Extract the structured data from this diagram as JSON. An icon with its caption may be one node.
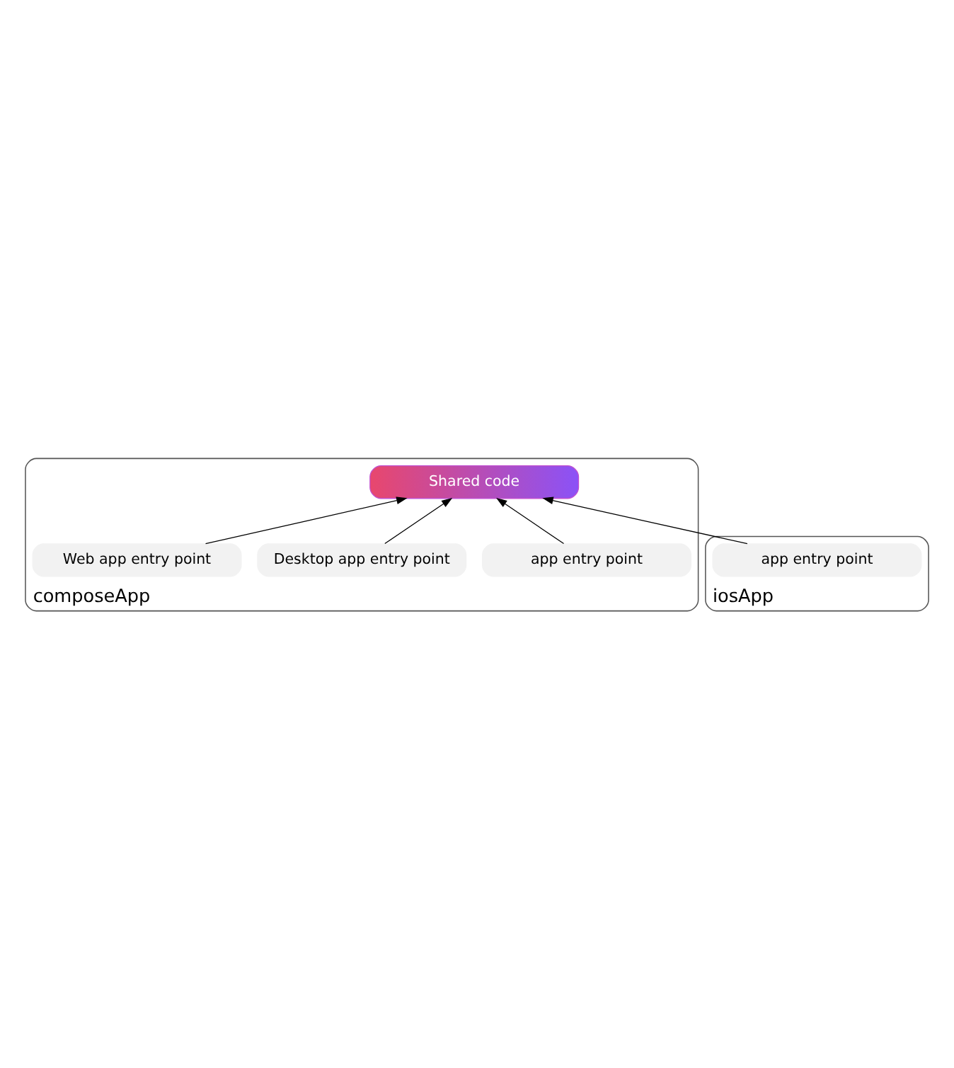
{
  "diagram": {
    "nodes": [
      {
        "text": [
          "composeApp"
        ]
      },
      {
        "text": [
          "Shared code"
        ],
        "in": 0
      },
      {
        "text": [
          "app entry point"
        ],
        "in": 0
      },
      {
        "text": [
          "Desktop app entry point"
        ],
        "in": 0
      },
      {
        "text": [
          "Web app entry point"
        ],
        "in": 0
      },
      {
        "text": [
          "iosApp"
        ]
      },
      {
        "text": [
          "app entry point"
        ],
        "in": 5
      }
    ],
    "edges": [
      {
        "from": 2,
        "to": 1,
        "arrow": "to"
      },
      {
        "from": 3,
        "to": 1,
        "arrow": "to"
      },
      {
        "from": 4,
        "to": 1,
        "arrow": "to"
      },
      {
        "from": 6,
        "to": 1,
        "arrow": "to"
      }
    ]
  }
}
